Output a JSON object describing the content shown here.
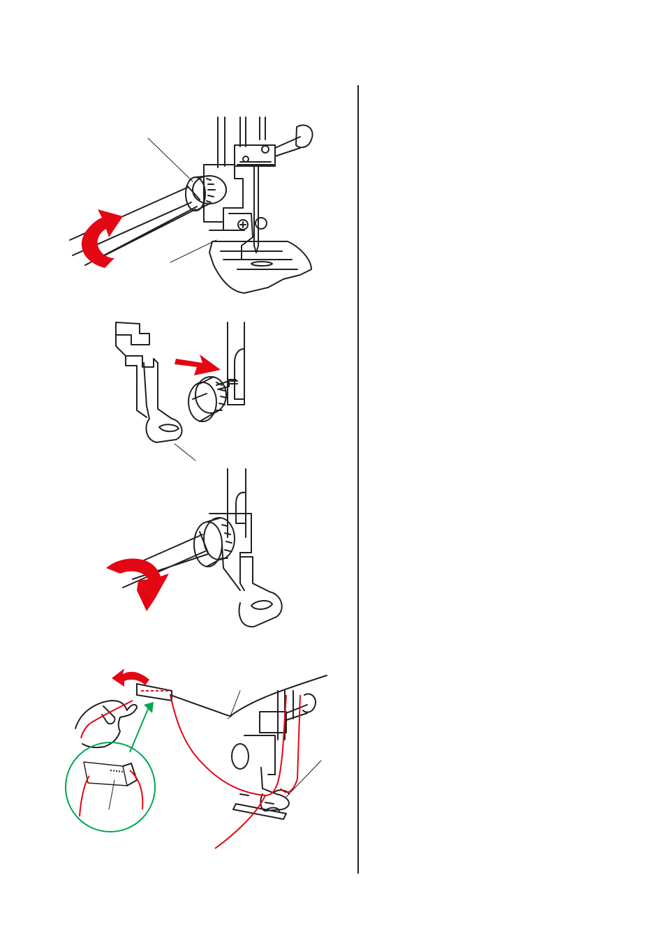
{
  "colors": {
    "line": "#231f20",
    "arrow_red": "#e30613",
    "thread_red": "#e30613",
    "callout_green": "#00a651"
  },
  "figures": [
    {
      "name": "loosen-thumbscrew-with-screwdriver",
      "icon": "screwdriver-counterclockwise-arrow"
    },
    {
      "name": "attach-darning-foot",
      "icon": "push-arrow"
    },
    {
      "name": "tighten-thumbscrew-with-screwdriver",
      "icon": "screwdriver-clockwise-arrow"
    },
    {
      "name": "thread-cutter-detail",
      "icon": "green-magnify-callout"
    }
  ]
}
